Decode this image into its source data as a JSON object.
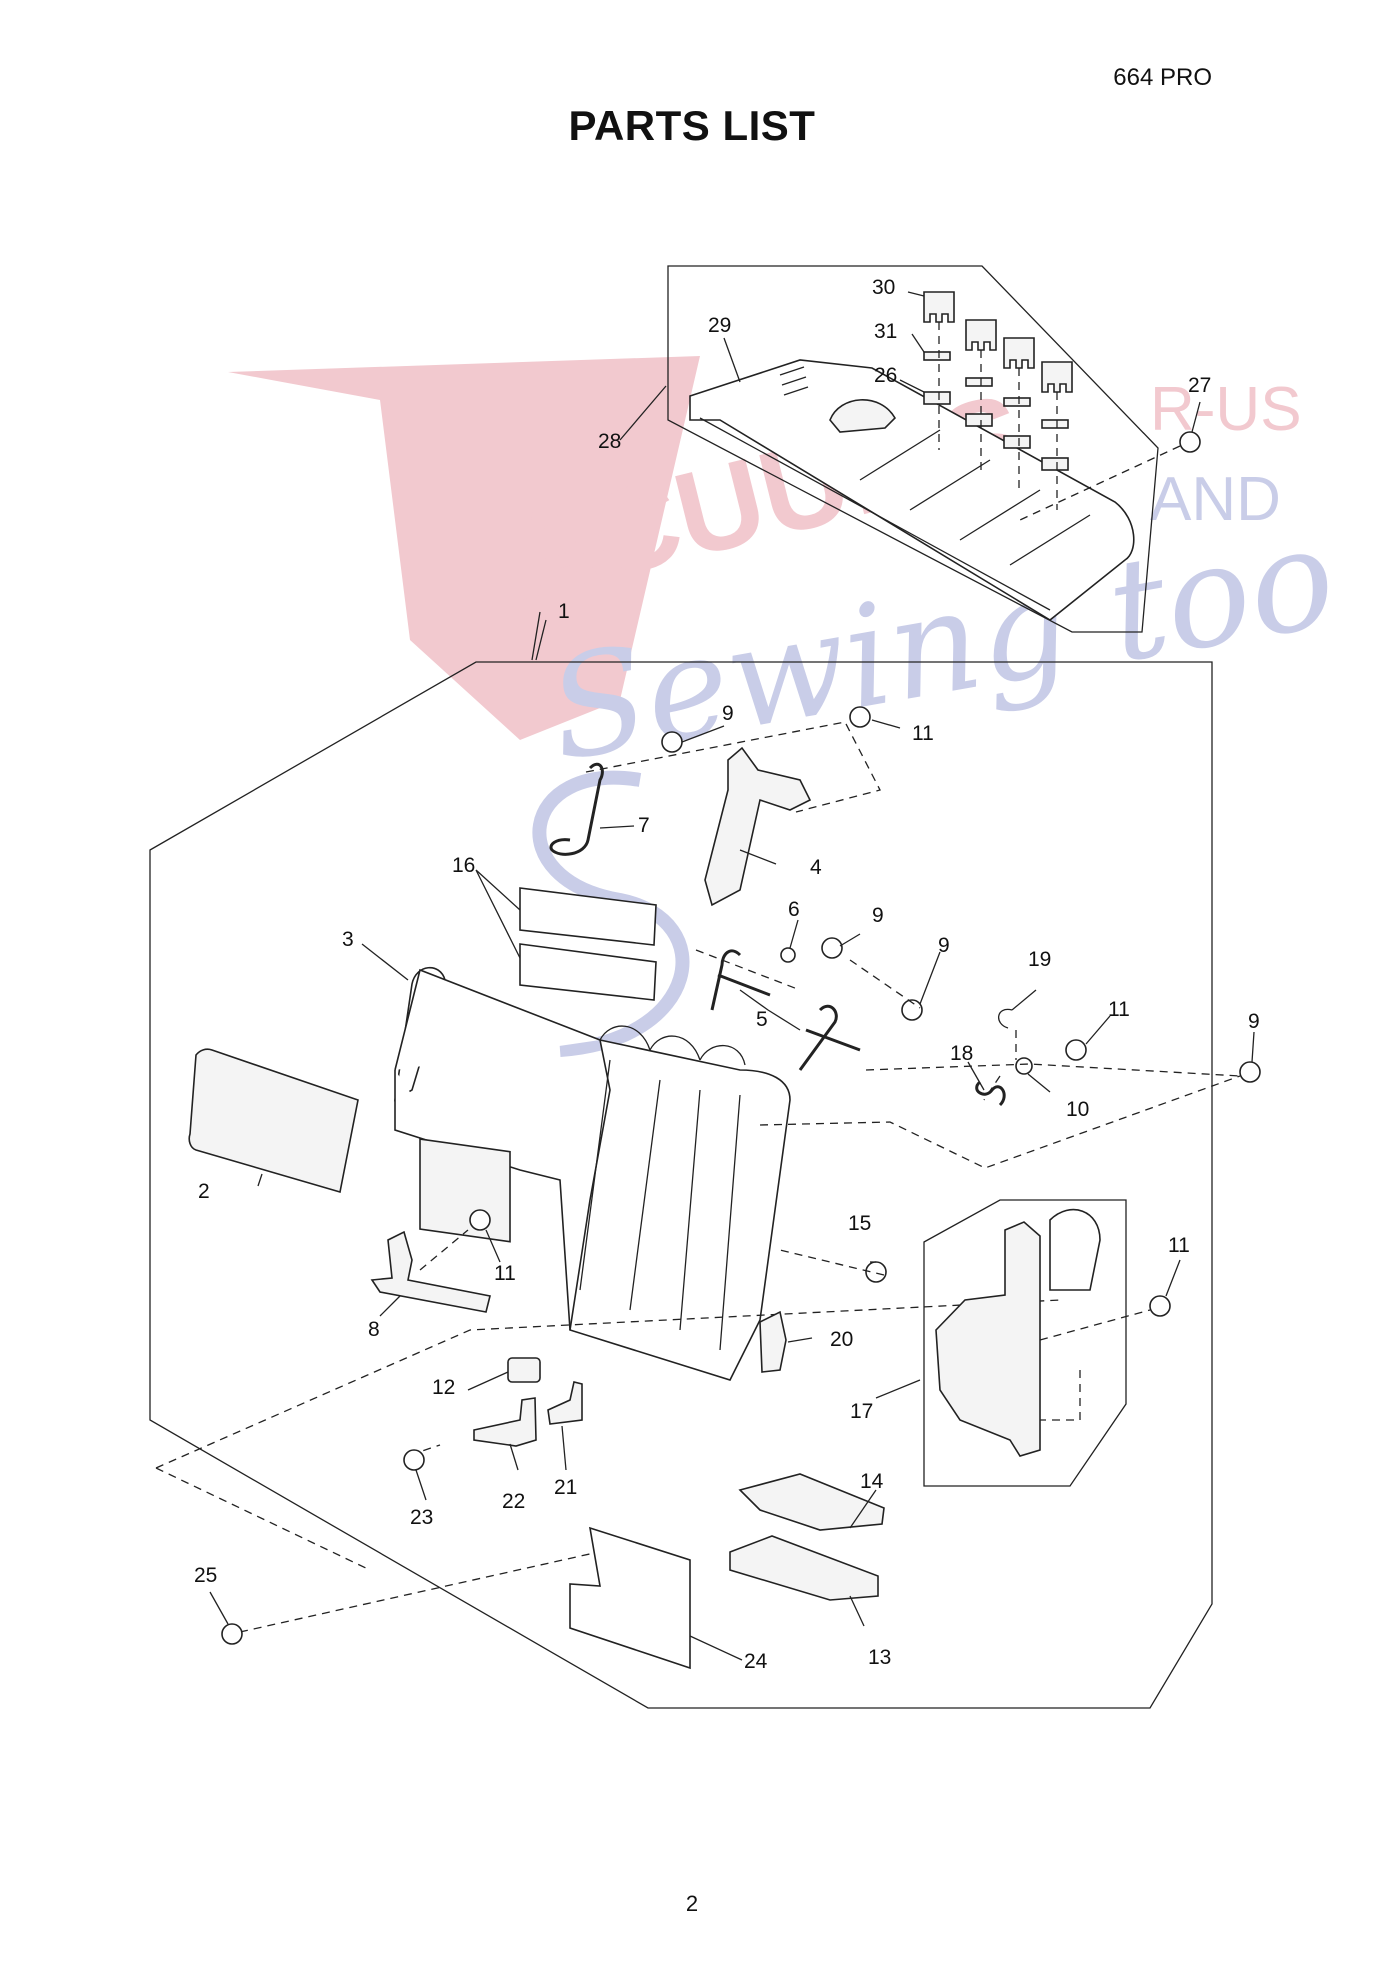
{
  "page": {
    "model": "664 PRO",
    "title": "PARTS LIST",
    "page_number": "2"
  },
  "watermark": {
    "text_1": "ACUUMS",
    "text_2": "R-US",
    "text_3": "AND",
    "text_4": "Sewing too",
    "colors": {
      "red": "#f2c9cf",
      "blue": "#c9cde8"
    }
  },
  "part_labels": [
    "1",
    "2",
    "3",
    "4",
    "5",
    "6",
    "7",
    "8",
    "9",
    "9",
    "9",
    "9",
    "10",
    "11",
    "11",
    "11",
    "11",
    "12",
    "13",
    "14",
    "15",
    "16",
    "17",
    "18",
    "19",
    "20",
    "21",
    "22",
    "23",
    "24",
    "25",
    "26",
    "27",
    "28",
    "29",
    "30",
    "31"
  ]
}
